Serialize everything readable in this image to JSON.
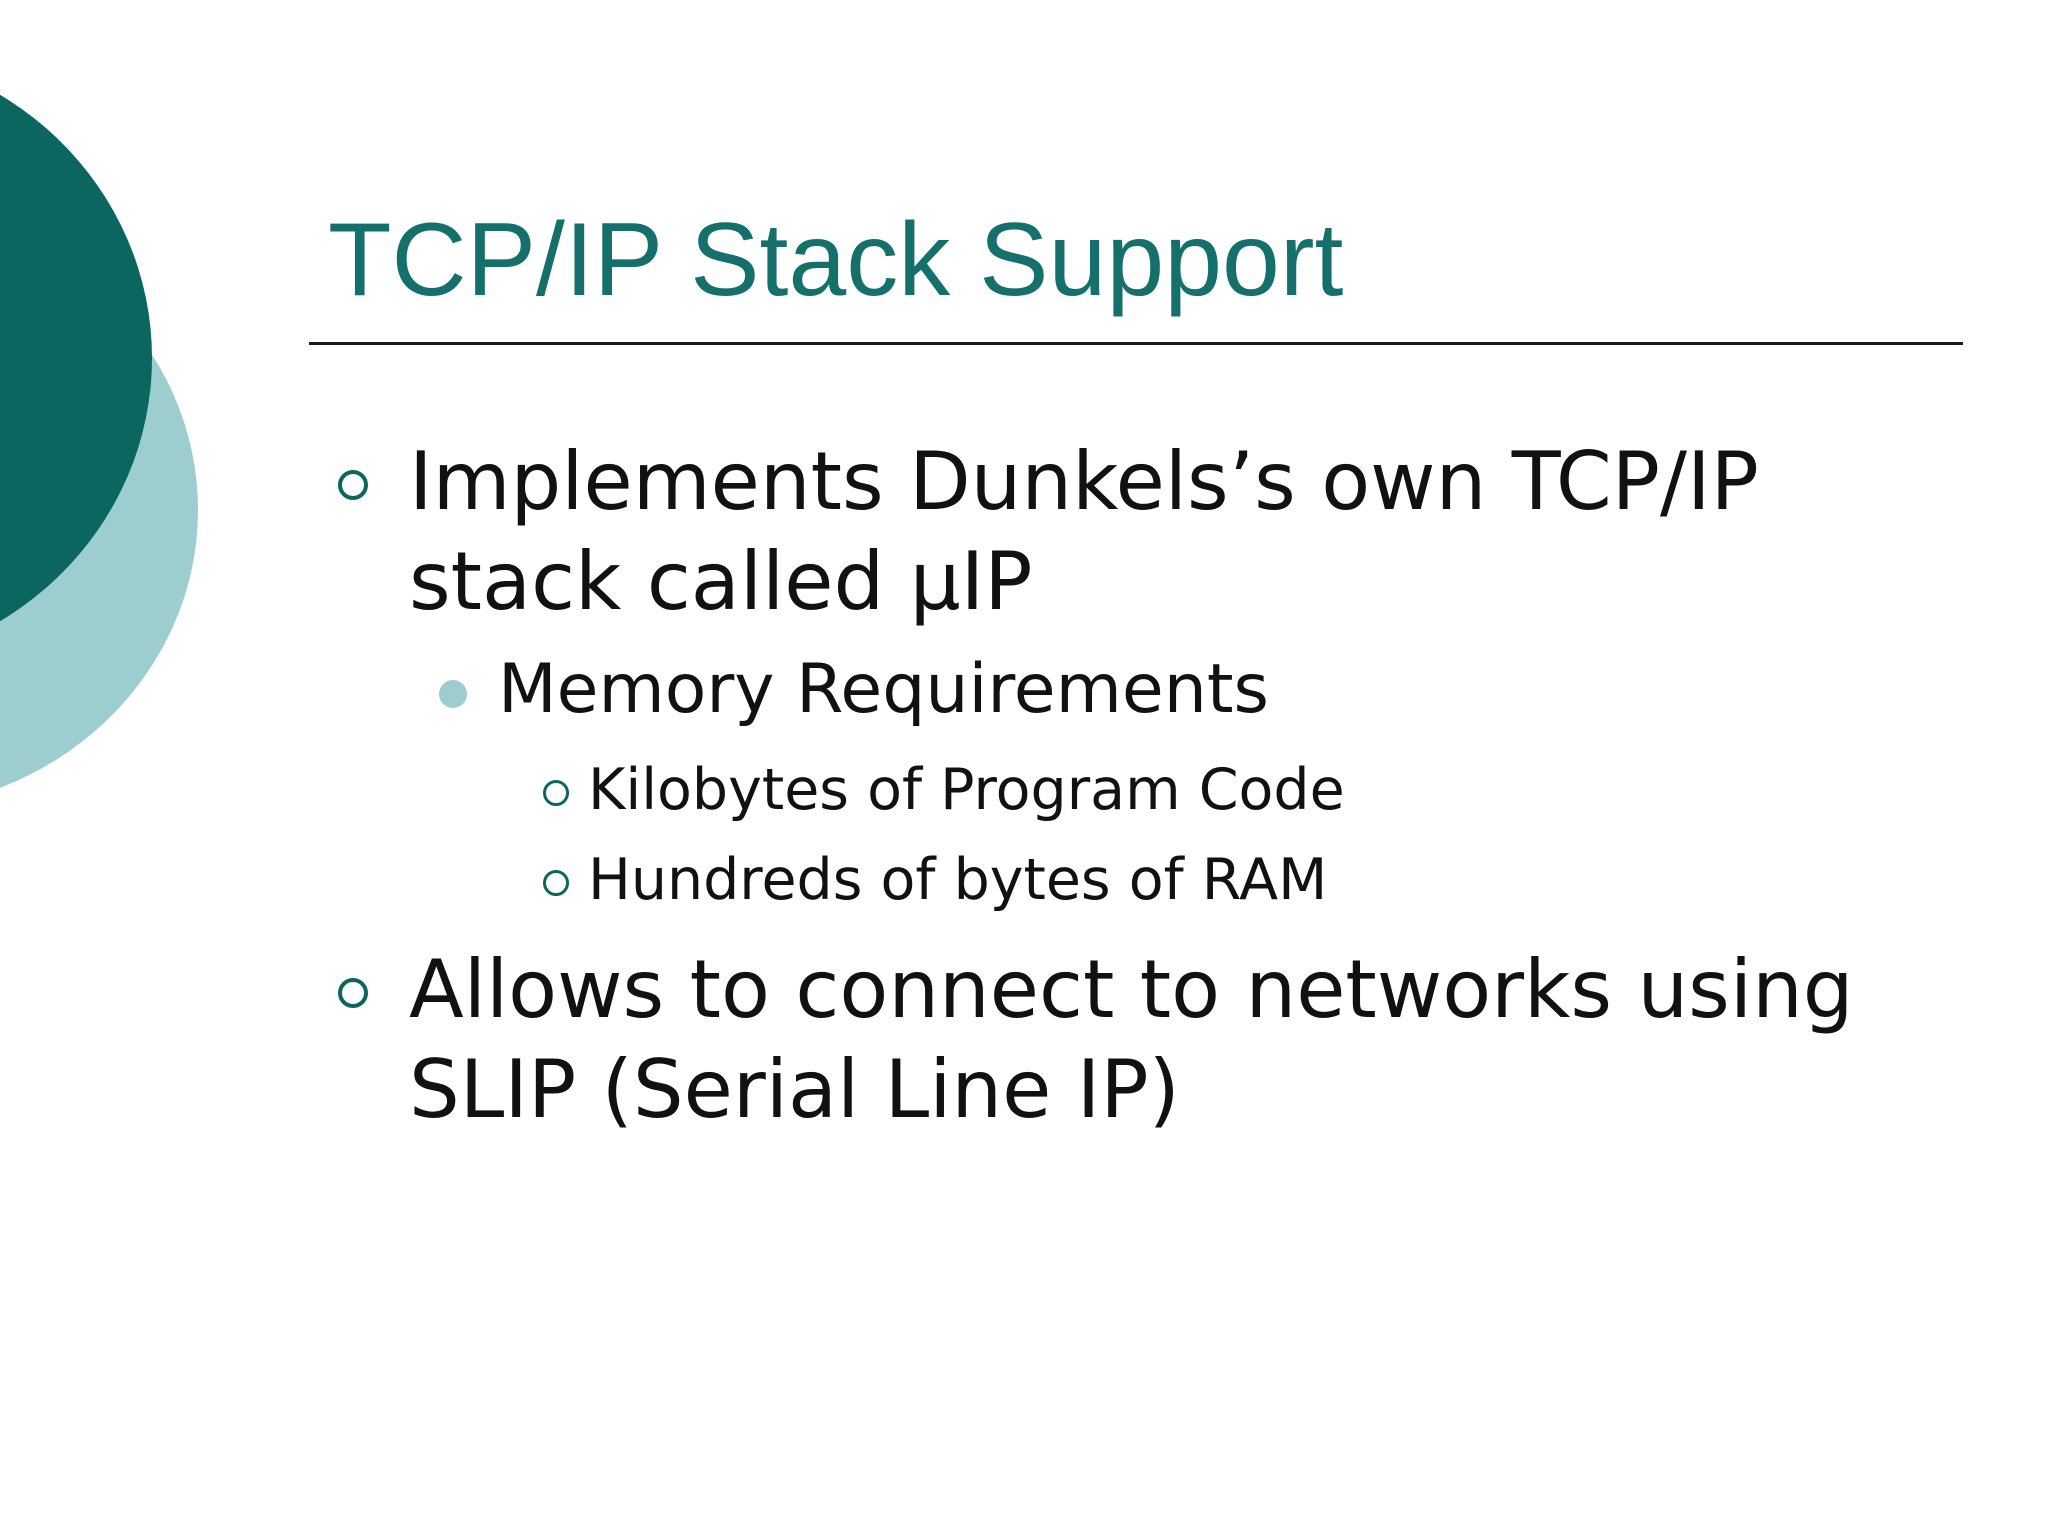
{
  "slide": {
    "title": "TCP/IP Stack Support",
    "bullets": [
      {
        "text": "Implements Dunkels’s own TCP/IP stack called µIP",
        "sub": [
          {
            "text": "Memory Requirements",
            "sub": [
              {
                "text": "Kilobytes of Program Code"
              },
              {
                "text": "Hundreds of bytes of RAM"
              }
            ]
          }
        ]
      },
      {
        "text": "Allows to connect to networks using SLIP (Serial Line IP)"
      }
    ]
  },
  "colors": {
    "title": "#15706b",
    "accent_dark": "#0b6660",
    "accent_light": "#9ccdcf",
    "text": "#111111",
    "rule": "#1a1a1a"
  },
  "icons": {
    "level1_bullet": "hollow-circle-icon",
    "level2_bullet": "filled-dot-icon",
    "level3_bullet": "hollow-circle-icon"
  }
}
